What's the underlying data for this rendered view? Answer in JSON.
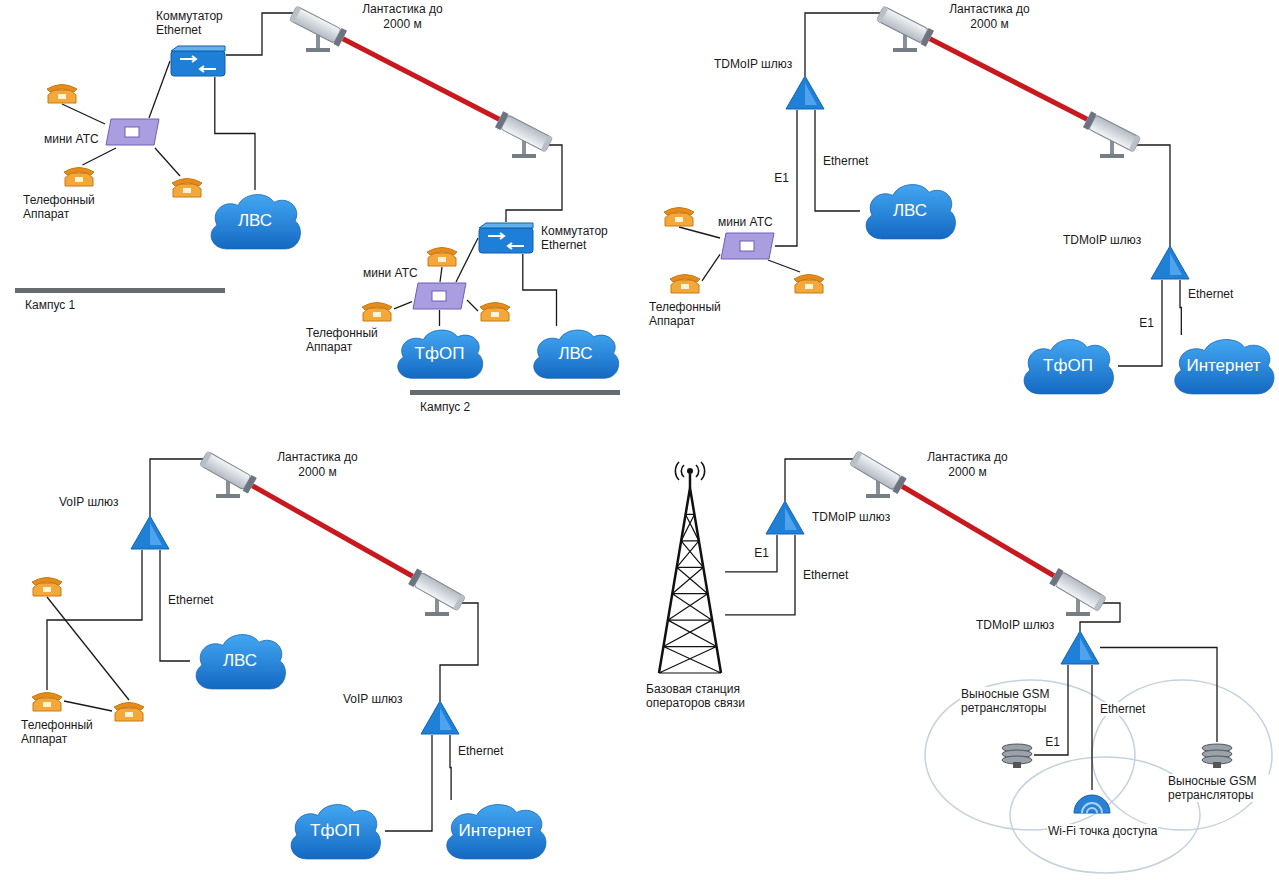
{
  "diagram": {
    "nodes": [
      {
        "text": [
          "Коммутатор Ethernet"
        ]
      },
      {
        "text": [
          "мини АТС"
        ]
      },
      {
        "text": [
          "Телефонный Аппарат"
        ]
      },
      {
        "text": [
          "ЛВС"
        ]
      },
      {
        "text": [
          "Коммутатор Ethernet"
        ]
      },
      {
        "text": [
          "мини АТС"
        ]
      },
      {
        "text": [
          "Телефонный Аппарат"
        ]
      },
      {
        "text": [
          "ТфОП"
        ]
      },
      {
        "text": [
          "ЛВС"
        ]
      },
      {
        "text": [
          "TDMoIP шлюз"
        ]
      },
      {
        "text": [
          "мини АТС"
        ]
      },
      {
        "text": [
          "Телефонный Аппарат"
        ]
      },
      {
        "text": [
          "ЛВС"
        ]
      },
      {
        "text": [
          "TDMoIP шлюз"
        ]
      },
      {
        "text": [
          "ТфОП"
        ]
      },
      {
        "text": [
          "Интернет"
        ]
      },
      {
        "text": [
          "VoIP шлюз"
        ]
      },
      {
        "text": [
          "Телефонный Аппарат"
        ]
      },
      {
        "text": [
          "ЛВС"
        ]
      },
      {
        "text": [
          "VoIP шлюз"
        ]
      },
      {
        "text": [
          "ТфОП"
        ]
      },
      {
        "text": [
          "Интернет"
        ]
      },
      {
        "text": [
          "Базовая станция операторов связи"
        ]
      },
      {
        "text": [
          "TDMoIP шлюз"
        ]
      },
      {
        "text": [
          "TDMoIP шлюз"
        ]
      },
      {
        "text": [
          "Выносные GSM ретрансляторы"
        ]
      },
      {
        "text": [
          "Выносные GSM ретрансляторы"
        ]
      },
      {
        "text": [
          "Wi-Fi точка доступа"
        ]
      }
    ],
    "edges": [
      {
        "from": 0,
        "to": 1,
        "arrow": "none"
      },
      {
        "from": 0,
        "to": 3,
        "arrow": "none"
      },
      {
        "from": 1,
        "to": 2,
        "arrow": "none"
      },
      {
        "from": 4,
        "to": 5,
        "arrow": "none"
      },
      {
        "from": 5,
        "to": 6,
        "arrow": "none"
      },
      {
        "from": 5,
        "to": 7,
        "arrow": "none"
      },
      {
        "from": 4,
        "to": 8,
        "arrow": "none"
      },
      {
        "from": 9,
        "to": 10,
        "label": "E1",
        "arrow": "none"
      },
      {
        "from": 9,
        "to": 12,
        "label": "Ethernet",
        "arrow": "none"
      },
      {
        "from": 10,
        "to": 11,
        "arrow": "none"
      },
      {
        "from": 13,
        "to": 14,
        "label": "E1",
        "arrow": "none"
      },
      {
        "from": 13,
        "to": 15,
        "label": "Ethernet",
        "arrow": "none"
      },
      {
        "from": 16,
        "to": 17,
        "arrow": "none"
      },
      {
        "from": 16,
        "to": 18,
        "label": "Ethernet",
        "arrow": "none"
      },
      {
        "from": 19,
        "to": 20,
        "arrow": "none"
      },
      {
        "from": 19,
        "to": 21,
        "label": "Ethernet",
        "arrow": "none"
      },
      {
        "from": 23,
        "to": 22,
        "label": "E1",
        "arrow": "none"
      },
      {
        "from": 23,
        "to": 22,
        "label": "Ethernet",
        "arrow": "none"
      },
      {
        "from": 24,
        "to": 25,
        "label": "E1",
        "arrow": "none"
      },
      {
        "from": 24,
        "to": 27,
        "label": "Ethernet",
        "arrow": "none"
      },
      {
        "from": 24,
        "to": 26,
        "arrow": "none"
      }
    ],
    "labels": [
      "Лантастика до 2000 м",
      "Лантастика до 2000 м",
      "Лантастика до 2000 м",
      "Лантастика до 2000 м",
      "Кампус 1",
      "Кампус 2"
    ]
  }
}
